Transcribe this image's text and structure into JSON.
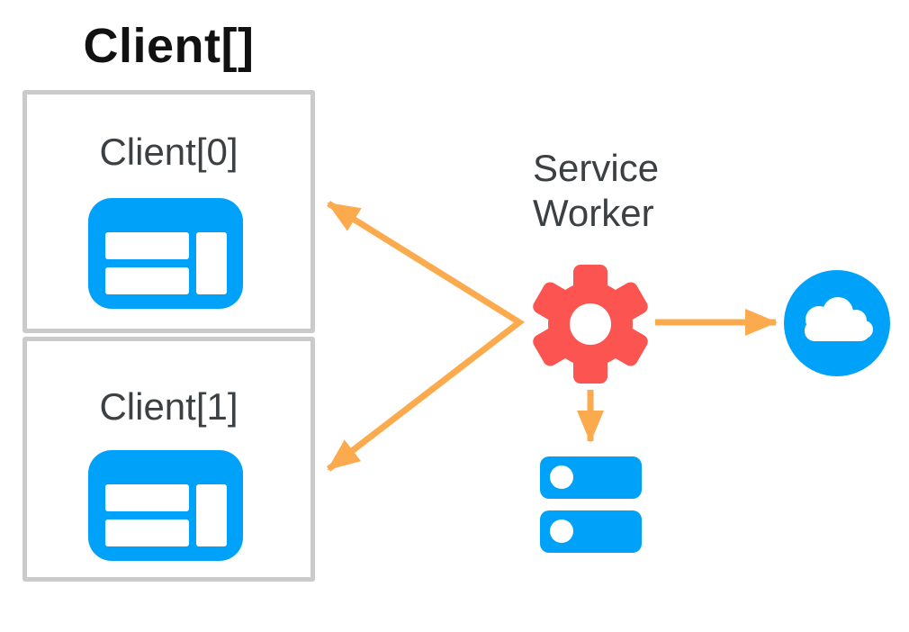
{
  "diagram": {
    "title": "Client[]",
    "clients": [
      {
        "label": "Client[0]",
        "icon": "browser-window-icon"
      },
      {
        "label": "Client[1]",
        "icon": "browser-window-icon"
      }
    ],
    "service_worker": {
      "label_line1": "Service",
      "label_line2": "Worker",
      "icon": "gear-icon"
    },
    "network": {
      "icon": "cloud-icon"
    },
    "storage": {
      "icon": "database-icon"
    },
    "arrows": [
      {
        "from": "service-worker",
        "to": "client-0",
        "style": "fan-out"
      },
      {
        "from": "service-worker",
        "to": "client-1",
        "style": "fan-out"
      },
      {
        "from": "service-worker",
        "to": "cloud",
        "style": "straight"
      },
      {
        "from": "service-worker",
        "to": "database",
        "style": "straight"
      }
    ],
    "colors": {
      "blue": "#00a1f9",
      "red": "#fc5450",
      "orange": "#fbab4d",
      "box_border": "#cacaca",
      "label_text": "#3c4043",
      "title_text": "#111111",
      "background": "#ffffff"
    }
  }
}
